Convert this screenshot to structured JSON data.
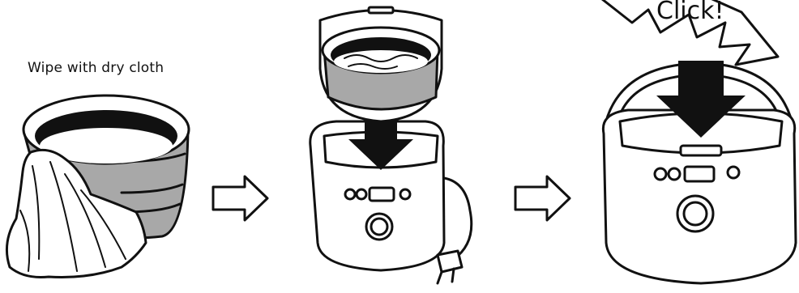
{
  "step1": {
    "caption": "Wipe with dry cloth"
  },
  "step3": {
    "burst_text": "Click!"
  },
  "colors": {
    "line": "#111111",
    "pot_gray": "#a8a8a8",
    "fill": "#ffffff",
    "arrow": "#111111"
  },
  "icons": [
    "inner-pot",
    "cloth",
    "rice-cooker",
    "power-plug",
    "down-arrow",
    "right-arrow",
    "starburst"
  ]
}
